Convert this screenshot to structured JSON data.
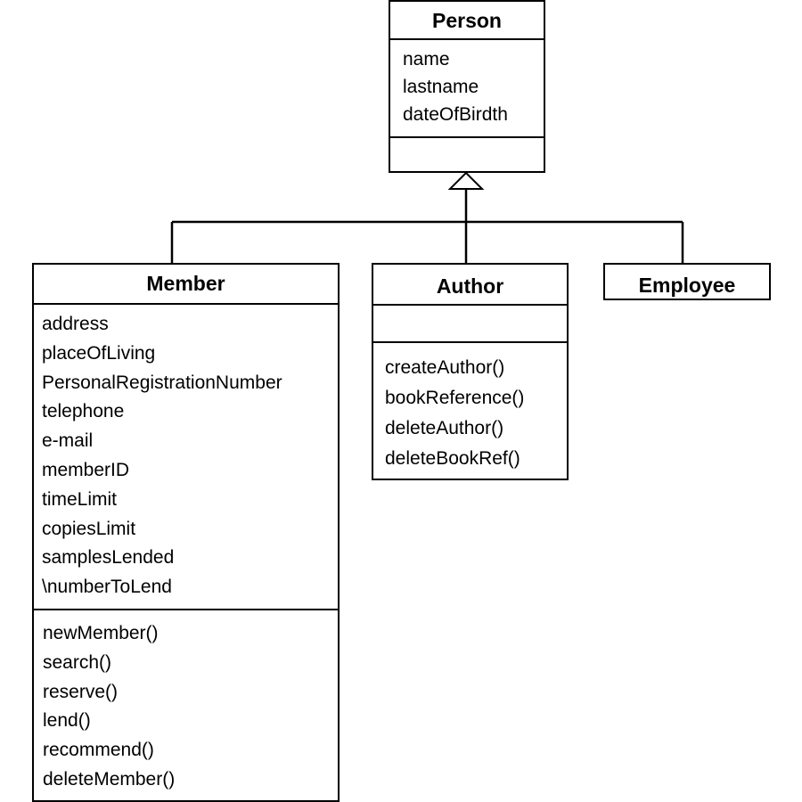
{
  "classes": {
    "person": {
      "name": "Person",
      "attributes": [
        "name",
        "lastname",
        "dateOfBirdth"
      ],
      "operations": []
    },
    "member": {
      "name": "Member",
      "attributes": [
        "address",
        "placeOfLiving",
        "PersonalRegistrationNumber",
        "telephone",
        "e-mail",
        "memberID",
        "timeLimit",
        "copiesLimit",
        "samplesLended",
        "\\numberToLend"
      ],
      "operations": [
        "newMember()",
        "search()",
        "reserve()",
        "lend()",
        "recommend()",
        "deleteMember()"
      ]
    },
    "author": {
      "name": "Author",
      "attributes": [],
      "operations": [
        "createAuthor()",
        "bookReference()",
        "deleteAuthor()",
        "deleteBookRef()"
      ]
    },
    "employee": {
      "name": "Employee"
    }
  },
  "relations": [
    {
      "type": "generalization",
      "parent": "Person",
      "children": [
        "Member",
        "Author",
        "Employee"
      ]
    }
  ]
}
